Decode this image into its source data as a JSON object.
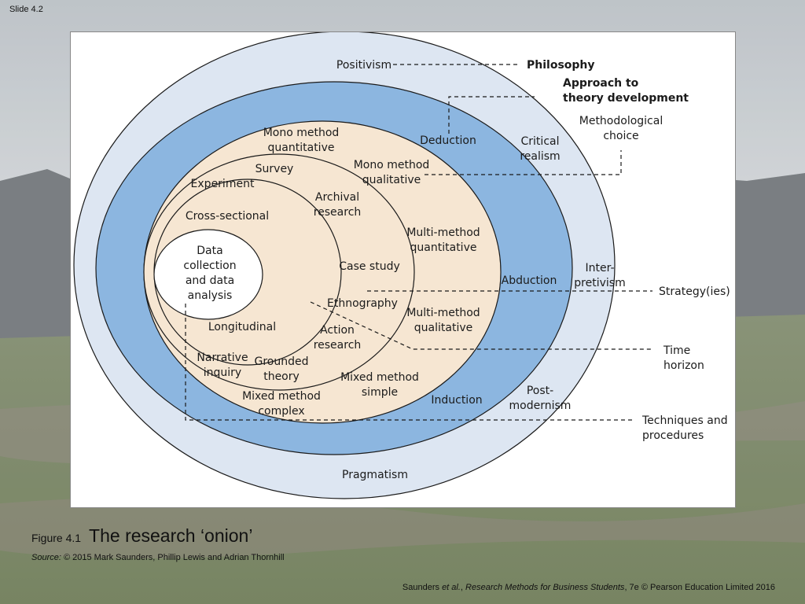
{
  "slide": {
    "number_label": "Slide 4.2"
  },
  "diagram": {
    "layers": {
      "philosophies": [
        "Positivism",
        "Critical realism",
        "Inter-pretivism",
        "Post-modernism",
        "Pragmatism"
      ],
      "approaches": [
        "Deduction",
        "Abduction",
        "Induction"
      ],
      "methodological_choices": [
        "Mono method quantitative",
        "Mono method qualitative",
        "Multi-method quantitative",
        "Multi-method qualitative",
        "Mixed method simple",
        "Mixed method complex"
      ],
      "strategies": [
        "Survey",
        "Experiment",
        "Archival research",
        "Case study",
        "Ethnography",
        "Action research",
        "Grounded theory",
        "Narrative inquiry"
      ],
      "time_horizons": [
        "Cross-sectional",
        "Longitudinal"
      ],
      "core": "Data collection and data analysis"
    },
    "labels": {
      "positivism": "Positivism",
      "critical_1": "Critical",
      "critical_2": "realism",
      "inter_1": "Inter-",
      "inter_2": "pretivism",
      "post_1": "Post-",
      "post_2": "modernism",
      "pragmatism": "Pragmatism",
      "deduction": "Deduction",
      "abduction": "Abduction",
      "induction": "Induction",
      "mono_quant_1": "Mono method",
      "mono_quant_2": "quantitative",
      "mono_qual_1": "Mono method",
      "mono_qual_2": "qualitative",
      "multi_quant_1": "Multi-method",
      "multi_quant_2": "quantitative",
      "multi_qual_1": "Multi-method",
      "multi_qual_2": "qualitative",
      "mixed_simple_1": "Mixed method",
      "mixed_simple_2": "simple",
      "mixed_complex_1": "Mixed method",
      "mixed_complex_2": "complex",
      "survey": "Survey",
      "experiment": "Experiment",
      "archival_1": "Archival",
      "archival_2": "research",
      "case_study": "Case study",
      "ethnography": "Ethnography",
      "action_1": "Action",
      "action_2": "research",
      "grounded_1": "Grounded",
      "grounded_2": "theory",
      "narrative_1": "Narrative",
      "narrative_2": "inquiry",
      "cross_sectional": "Cross-sectional",
      "longitudinal": "Longitudinal",
      "core_1": "Data",
      "core_2": "collection",
      "core_3": "and data",
      "core_4": "analysis"
    },
    "callouts": {
      "philosophy": "Philosophy",
      "approach_1": "Approach to",
      "approach_2": "theory development",
      "method_1": "Methodological",
      "method_2": "choice",
      "strategy": "Strategy(ies)",
      "time_1": "Time",
      "time_2": "horizon",
      "tech_1": "Techniques and",
      "tech_2": "procedures"
    },
    "colors": {
      "philosophy_ring": "#dde6f2",
      "approach_ring": "#8cb6e0",
      "inner_fill": "#f6e6d2",
      "core_fill": "#ffffff",
      "outline": "#1a1a1a"
    }
  },
  "caption": {
    "figure_number": "Figure 4.1",
    "title": "The research ‘onion’",
    "source_label": "Source:",
    "source_text": " © 2015 Mark Saunders, Phillip Lewis and Adrian Thornhill"
  },
  "footer": {
    "authors": "Saunders ",
    "et_al": "et al.",
    "sep": ", ",
    "book_title": "Research Methods for Business Students",
    "edition": ", 7e © Pearson Education Limited 2016"
  }
}
